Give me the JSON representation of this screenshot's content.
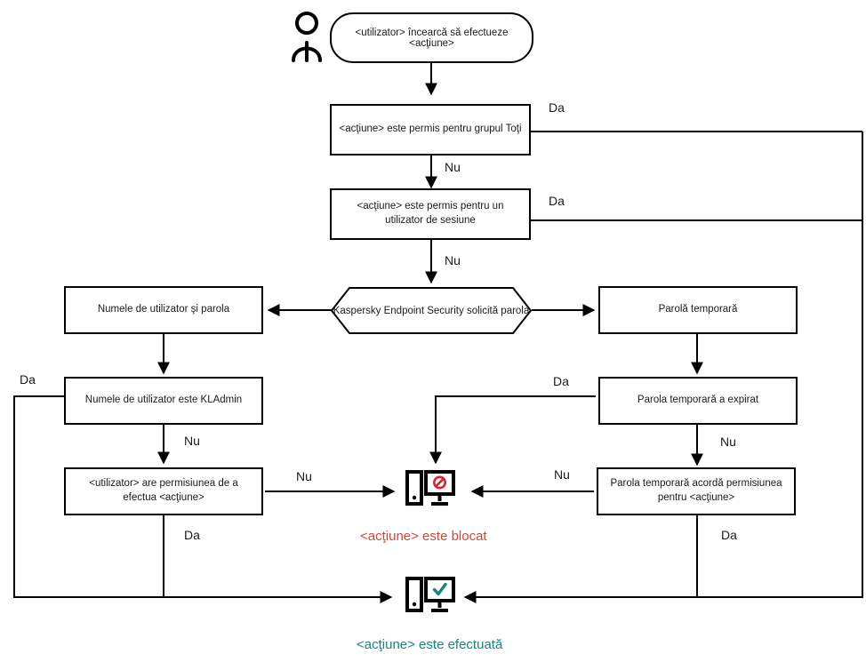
{
  "diagram": {
    "title": "Kaspersky Endpoint Security password-check flowchart",
    "language": "ro",
    "colors": {
      "stroke": "#000000",
      "text": "#1a1a1a",
      "blocked": "#d14836",
      "performed": "#16867d",
      "background": "#ffffff"
    },
    "actor": {
      "icon": "user-actor-icon",
      "label": ""
    },
    "start": {
      "id": "start",
      "shape": "pill",
      "text": "<utilizator> încearcă să efectueze <acţiune>"
    },
    "nodes": [
      {
        "id": "allowed-everyone",
        "shape": "rect",
        "text": "<acţiune> este permis pentru grupul Toţi"
      },
      {
        "id": "allowed-session-user",
        "shape": "rect",
        "text": "<acţiune> este permis pentru un utilizator de sesiune"
      },
      {
        "id": "kes-requests-password",
        "shape": "hexagon",
        "text": "Kaspersky Endpoint Security solicită parola"
      },
      {
        "id": "username-and-password",
        "shape": "rect",
        "text": "Numele de utilizator şi parola"
      },
      {
        "id": "temporary-password",
        "shape": "rect",
        "text": "Parolă temporară"
      },
      {
        "id": "username-is-kladmin",
        "shape": "rect",
        "text": "Numele de utilizator este KLAdmin"
      },
      {
        "id": "temporary-password-expired",
        "shape": "rect",
        "text": "Parola temporară a expirat"
      },
      {
        "id": "user-has-permission",
        "shape": "rect",
        "text": "<utilizator> are permisiunea de a efectua <acţiune>"
      },
      {
        "id": "temp-password-grants-permission",
        "shape": "rect",
        "text": "Parola temporară acordă permisiunea pentru <acţiune>"
      }
    ],
    "terminals": [
      {
        "id": "blocked",
        "icon": "computer-blocked-icon",
        "caption": "<acţiune> este blocat",
        "color": "#d14836"
      },
      {
        "id": "performed",
        "icon": "computer-check-icon",
        "caption": "<acţiune> este efectuată",
        "color": "#16867d"
      }
    ],
    "edge_labels": {
      "yes": "Da",
      "no": "Nu"
    },
    "edges": [
      {
        "from": "start",
        "to": "allowed-everyone",
        "label": ""
      },
      {
        "from": "allowed-everyone",
        "to": "performed",
        "label": "Da"
      },
      {
        "from": "allowed-everyone",
        "to": "allowed-session-user",
        "label": "Nu"
      },
      {
        "from": "allowed-session-user",
        "to": "performed",
        "label": "Da"
      },
      {
        "from": "allowed-session-user",
        "to": "kes-requests-password",
        "label": "Nu"
      },
      {
        "from": "kes-requests-password",
        "to": "username-and-password",
        "label": ""
      },
      {
        "from": "kes-requests-password",
        "to": "temporary-password",
        "label": ""
      },
      {
        "from": "username-and-password",
        "to": "username-is-kladmin",
        "label": ""
      },
      {
        "from": "username-is-kladmin",
        "to": "performed",
        "label": "Da"
      },
      {
        "from": "username-is-kladmin",
        "to": "user-has-permission",
        "label": "Nu"
      },
      {
        "from": "user-has-permission",
        "to": "blocked",
        "label": "Nu"
      },
      {
        "from": "user-has-permission",
        "to": "performed",
        "label": "Da"
      },
      {
        "from": "temporary-password",
        "to": "temporary-password-expired",
        "label": ""
      },
      {
        "from": "temporary-password-expired",
        "to": "blocked",
        "label": "Da"
      },
      {
        "from": "temporary-password-expired",
        "to": "temp-password-grants-permission",
        "label": "Nu"
      },
      {
        "from": "temp-password-grants-permission",
        "to": "blocked",
        "label": "Nu"
      },
      {
        "from": "temp-password-grants-permission",
        "to": "performed",
        "label": "Da"
      }
    ],
    "edge_label_positions": [
      {
        "key": "lbl-everyone-yes",
        "text": "Da"
      },
      {
        "key": "lbl-everyone-no",
        "text": "Nu"
      },
      {
        "key": "lbl-session-yes",
        "text": "Da"
      },
      {
        "key": "lbl-session-no",
        "text": "Nu"
      },
      {
        "key": "lbl-kladmin-yes",
        "text": "Da"
      },
      {
        "key": "lbl-kladmin-no",
        "text": "Nu"
      },
      {
        "key": "lbl-permission-no",
        "text": "Nu"
      },
      {
        "key": "lbl-permission-yes",
        "text": "Da"
      },
      {
        "key": "lbl-expired-yes",
        "text": "Da"
      },
      {
        "key": "lbl-expired-no",
        "text": "Nu"
      },
      {
        "key": "lbl-grants-no",
        "text": "Nu"
      },
      {
        "key": "lbl-grants-yes",
        "text": "Da"
      }
    ]
  }
}
